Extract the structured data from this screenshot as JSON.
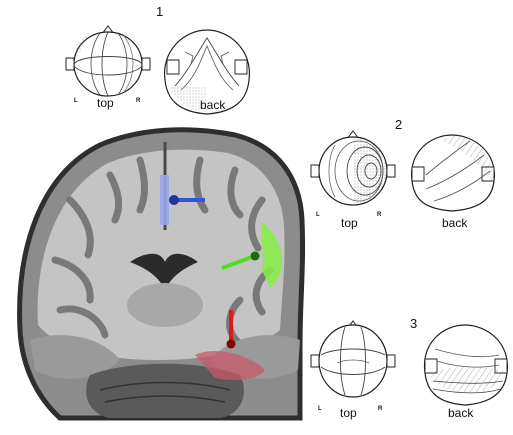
{
  "panels": [
    {
      "number": "1",
      "left_label": "L",
      "right_label": "R",
      "top_view_label": "top",
      "back_view_label": "back"
    },
    {
      "number": "2",
      "left_label": "L",
      "right_label": "R",
      "top_view_label": "top",
      "back_view_label": "back"
    },
    {
      "number": "3",
      "left_label": "L",
      "right_label": "R",
      "top_view_label": "top",
      "back_view_label": "back"
    }
  ],
  "sources": [
    {
      "name": "blue",
      "color": "#3355dd",
      "patch_color": "#9aa6ee"
    },
    {
      "name": "green",
      "color": "#55dd22",
      "patch_color": "#88ee44"
    },
    {
      "name": "red",
      "color": "#dd1a1a",
      "patch_color": "#c85a6a"
    }
  ]
}
